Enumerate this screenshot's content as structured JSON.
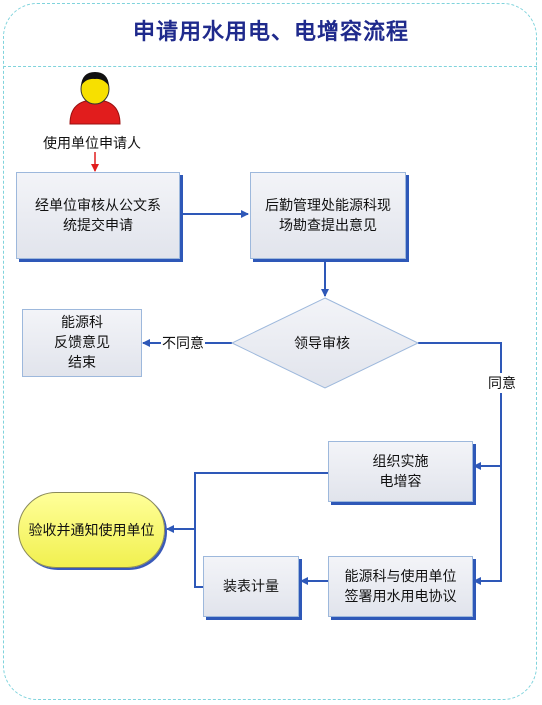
{
  "title": "申请用水用电、电增容流程",
  "nodes": {
    "applicant": "使用单位申请人",
    "step1": "经单位审核从公文系\n统提交申请",
    "step2": "后勤管理处能源科现\n场勘查提出意见",
    "decision": "领导审核",
    "reject": "能源科\n反馈意见\n结束",
    "implement": "组织实施\n电增容",
    "agreement": "能源科与使用单位\n签署用水用电协议",
    "meter": "装表计量",
    "finish": "验收并通知使用单位"
  },
  "edges": {
    "disagree": "不同意",
    "agree": "同意"
  },
  "colors": {
    "title": "#1f2a8c",
    "arrow": "#2e58b8",
    "person_body": "#e11d1d",
    "person_head": "#f7e000"
  }
}
